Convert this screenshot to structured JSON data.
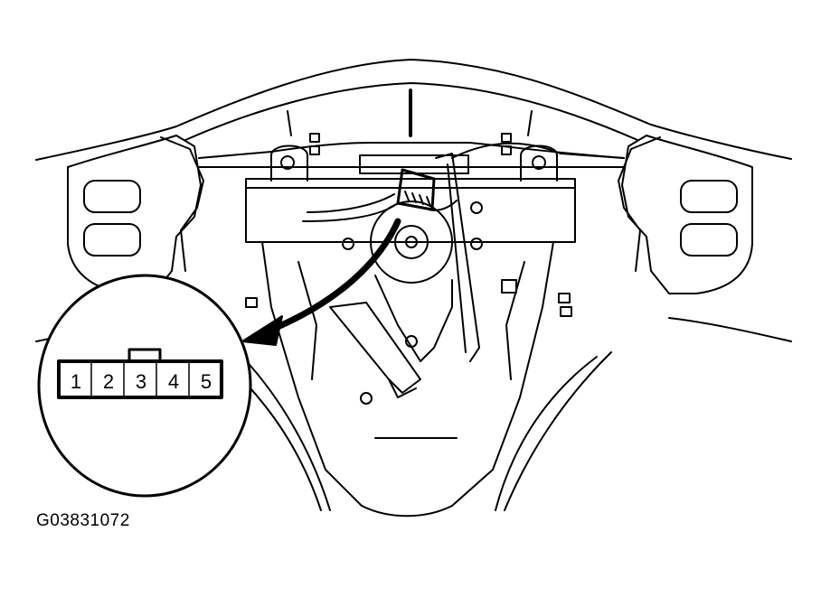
{
  "figure": {
    "id": "G03831072",
    "subject": "steering-wheel-switch-connector"
  },
  "connector": {
    "pins": [
      "1",
      "2",
      "3",
      "4",
      "5"
    ],
    "key_position": "3"
  },
  "colors": {
    "line": "#000000",
    "background": "#ffffff"
  }
}
